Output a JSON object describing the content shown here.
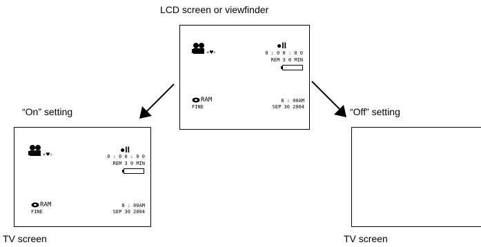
{
  "labels": {
    "top": "LCD screen or viewfinder",
    "on_setting": "“On” setting",
    "off_setting": "“Off” setting",
    "tv_left": "TV screen",
    "tv_right": "TV screen"
  },
  "display": {
    "rec_symbol": "●II",
    "counter": "0 : 0 0 : 0 0",
    "remaining": "REM 3 0 MIN",
    "disc": "RAM",
    "quality": "FINE",
    "time": "8 : 00AM",
    "date": "SEP 30 2004"
  },
  "icons": {
    "camera": "camera-icon",
    "stabilizer": "image-stabilizer-icon",
    "disc": "disc-icon",
    "battery": "battery-icon",
    "arrow_left": "arrow-down-left-icon",
    "arrow_right": "arrow-down-right-icon"
  }
}
